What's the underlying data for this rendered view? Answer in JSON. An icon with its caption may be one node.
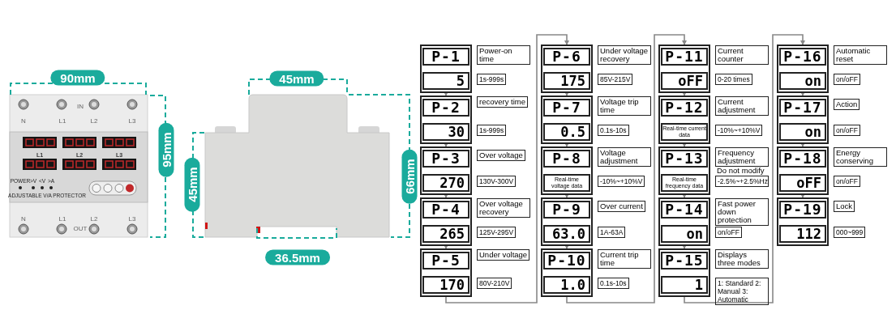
{
  "diagram": {
    "nodes": [
      {
        "text": [],
        "shape": "box"
      },
      {
        "text": [
          "P-1"
        ],
        "in": 0
      },
      {
        "text": [
          "5"
        ],
        "in": 0
      },
      {
        "text": [
          "Power-on time"
        ]
      },
      {
        "text": [
          "1s-999s"
        ]
      },
      {
        "text": [],
        "shape": "box"
      },
      {
        "text": [
          "P-2"
        ],
        "in": 5
      },
      {
        "text": [
          "30"
        ],
        "in": 5
      },
      {
        "text": [
          "recovery time"
        ]
      },
      {
        "text": [
          "1s-999s"
        ]
      },
      {
        "text": [],
        "shape": "box"
      },
      {
        "text": [
          "P-3"
        ],
        "in": 10
      },
      {
        "text": [
          "270"
        ],
        "in": 10
      },
      {
        "text": [
          "Over voltage"
        ]
      },
      {
        "text": [
          "130V-300V"
        ]
      },
      {
        "text": [],
        "shape": "box"
      },
      {
        "text": [
          "P-4"
        ],
        "in": 15
      },
      {
        "text": [
          "265"
        ],
        "in": 15
      },
      {
        "text": [
          "Over voltage recovery"
        ]
      },
      {
        "text": [
          "125V-295V"
        ]
      },
      {
        "text": [],
        "shape": "box"
      },
      {
        "text": [
          "P-5"
        ],
        "in": 20
      },
      {
        "text": [
          "170"
        ],
        "in": 20
      },
      {
        "text": [
          "Under voltage"
        ]
      },
      {
        "text": [
          "80V-210V"
        ]
      },
      {
        "text": [],
        "shape": "box"
      },
      {
        "text": [
          "P-6"
        ],
        "in": 25
      },
      {
        "text": [
          "175"
        ],
        "in": 25
      },
      {
        "text": [
          "Under voltage recovery"
        ]
      },
      {
        "text": [
          "85V-215V"
        ]
      },
      {
        "text": [],
        "shape": "box"
      },
      {
        "text": [
          "P-7"
        ],
        "in": 30
      },
      {
        "text": [
          "0.5"
        ],
        "in": 30
      },
      {
        "text": [
          "Voltage trip time"
        ]
      },
      {
        "text": [
          "0.1s-10s"
        ]
      },
      {
        "text": [],
        "shape": "box"
      },
      {
        "text": [
          "P-8"
        ],
        "in": 35
      },
      {
        "text": [
          "Real-time voltage data"
        ],
        "in": 35
      },
      {
        "text": [
          "Voltage adjustment"
        ]
      },
      {
        "text": [
          "-10%~+10%V"
        ]
      },
      {
        "text": [],
        "shape": "box"
      },
      {
        "text": [
          "P-9"
        ],
        "in": 40
      },
      {
        "text": [
          "63.0"
        ],
        "in": 40
      },
      {
        "text": [
          "Over current"
        ]
      },
      {
        "text": [
          "1A-63A"
        ]
      },
      {
        "text": [],
        "shape": "box"
      },
      {
        "text": [
          "P-10"
        ],
        "in": 45
      },
      {
        "text": [
          "1.0"
        ],
        "in": 45
      },
      {
        "text": [
          "Current trip time"
        ]
      },
      {
        "text": [
          "0.1s-10s"
        ]
      },
      {
        "text": [],
        "shape": "box"
      },
      {
        "text": [
          "P-11"
        ],
        "in": 50
      },
      {
        "text": [
          "oFF"
        ],
        "in": 50
      },
      {
        "text": [
          "Current counter"
        ]
      },
      {
        "text": [
          "0-20 times"
        ]
      },
      {
        "text": [],
        "shape": "box"
      },
      {
        "text": [
          "P-12"
        ],
        "in": 55
      },
      {
        "text": [
          "Real-time current data"
        ],
        "in": 55
      },
      {
        "text": [
          "Current adjustment"
        ]
      },
      {
        "text": [
          "-10%~+10%V"
        ]
      },
      {
        "text": [],
        "shape": "box"
      },
      {
        "text": [
          "P-13"
        ],
        "in": 60
      },
      {
        "text": [
          "Real-time frequency data"
        ],
        "in": 60
      },
      {
        "text": [
          "Frequency adjustment"
        ]
      },
      {
        "text": [
          "-2.5%~+2.5%Hz"
        ],
        "beside": [
          "Do not modify"
        ]
      },
      {
        "text": [],
        "shape": "box"
      },
      {
        "text": [
          "P-14"
        ],
        "in": 65
      },
      {
        "text": [
          "on"
        ],
        "in": 65
      },
      {
        "text": [
          "Fast power down protection"
        ]
      },
      {
        "text": [
          "on/oFF"
        ]
      },
      {
        "text": [],
        "shape": "box"
      },
      {
        "text": [
          "P-15"
        ],
        "in": 70
      },
      {
        "text": [
          "1"
        ],
        "in": 70
      },
      {
        "text": [
          "Displays three modes"
        ]
      },
      {
        "text": [
          "1: Standard 2: Manual 3: Automatic"
        ]
      },
      {
        "text": [],
        "shape": "box"
      },
      {
        "text": [
          "P-16"
        ],
        "in": 75
      },
      {
        "text": [
          "on"
        ],
        "in": 75
      },
      {
        "text": [
          "Automatic reset"
        ]
      },
      {
        "text": [
          "on/oFF"
        ]
      },
      {
        "text": [],
        "shape": "box"
      },
      {
        "text": [
          "P-17"
        ],
        "in": 80
      },
      {
        "text": [
          "on"
        ],
        "in": 80
      },
      {
        "text": [
          "Action"
        ]
      },
      {
        "text": [
          "on/oFF"
        ]
      },
      {
        "text": [],
        "shape": "box"
      },
      {
        "text": [
          "P-18"
        ],
        "in": 85
      },
      {
        "text": [
          "oFF"
        ],
        "in": 85
      },
      {
        "text": [
          "Energy conserving"
        ]
      },
      {
        "text": [
          "on/oFF"
        ]
      },
      {
        "text": [],
        "shape": "box"
      },
      {
        "text": [
          "P-19"
        ],
        "in": 90
      },
      {
        "text": [
          "112"
        ],
        "in": 90
      },
      {
        "text": [
          "Lock"
        ]
      },
      {
        "text": [
          "000~999"
        ]
      }
    ],
    "edges": [
      {
        "from": 0,
        "to": 5,
        "arrow": "to"
      },
      {
        "from": 5,
        "to": 10,
        "arrow": "to"
      },
      {
        "from": 10,
        "to": 15,
        "arrow": "to"
      },
      {
        "from": 15,
        "to": 20,
        "arrow": "to"
      },
      {
        "from": 20,
        "to": 25,
        "arrow": "to"
      },
      {
        "from": 25,
        "to": 30,
        "arrow": "to"
      },
      {
        "from": 30,
        "to": 35,
        "arrow": "to"
      },
      {
        "from": 35,
        "to": 40,
        "arrow": "to"
      },
      {
        "from": 40,
        "to": 45,
        "arrow": "to"
      },
      {
        "from": 45,
        "to": 50,
        "arrow": "to"
      },
      {
        "from": 50,
        "to": 55,
        "arrow": "to"
      },
      {
        "from": 55,
        "to": 60,
        "arrow": "to"
      },
      {
        "from": 60,
        "to": 65,
        "arrow": "to"
      },
      {
        "from": 65,
        "to": 70,
        "arrow": "to"
      },
      {
        "from": 70,
        "to": 75,
        "arrow": "to"
      },
      {
        "from": 75,
        "to": 80,
        "arrow": "to"
      },
      {
        "from": 80,
        "to": 85,
        "arrow": "to"
      },
      {
        "from": 85,
        "to": 90,
        "arrow": "to"
      }
    ],
    "labels": [
      "90mm",
      "IN",
      "N",
      "L1",
      "L2",
      "L3",
      "L1",
      "L2",
      "L3",
      "POWER",
      ">V",
      "<V",
      ">A",
      "ADJUSTABLE V/A PROTECTOR",
      "N",
      "L1",
      "L2",
      "L3",
      "OUT",
      "95mm",
      "45mm",
      "45mm",
      "66mm",
      "36.5mm"
    ]
  }
}
